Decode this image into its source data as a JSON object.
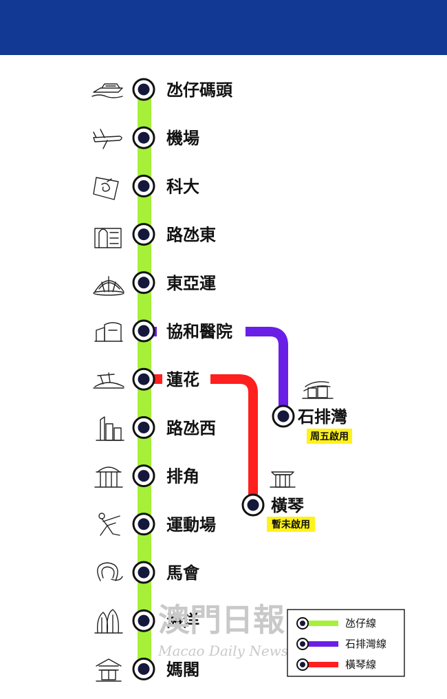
{
  "colors": {
    "header": "#123a94",
    "taipa_line": "#a6f03a",
    "seac_pai_van_line": "#6a1fe6",
    "hengqin_line": "#ff1f1f",
    "tag_bg": "#fff21a"
  },
  "stations": [
    {
      "name": "氹仔碼頭",
      "icon": "ferry-icon"
    },
    {
      "name": "機場",
      "icon": "airplane-icon"
    },
    {
      "name": "科大",
      "icon": "university-icon"
    },
    {
      "name": "路氹東",
      "icon": "building-icon"
    },
    {
      "name": "東亞運",
      "icon": "stadium-icon"
    },
    {
      "name": "協和醫院",
      "icon": "hospital-icon"
    },
    {
      "name": "蓮花",
      "icon": "bridge-icon"
    },
    {
      "name": "路氹西",
      "icon": "tower-icon"
    },
    {
      "name": "排角",
      "icon": "pavilion-icon"
    },
    {
      "name": "運動場",
      "icon": "athlete-icon"
    },
    {
      "name": "馬會",
      "icon": "horseshoe-icon"
    },
    {
      "name": "海洋",
      "icon": "building-cluster-icon"
    },
    {
      "name": "媽閣",
      "icon": "temple-icon"
    }
  ],
  "branches": [
    {
      "station": "石排灣",
      "tag": "周五啟用",
      "icon": "seac-pai-van-icon"
    },
    {
      "station": "橫琴",
      "tag": "暫未啟用",
      "icon": "hengqin-icon"
    }
  ],
  "legend": [
    {
      "label": "氹仔線",
      "color": "#a6f03a"
    },
    {
      "label": "石排灣線",
      "color": "#6a1fe6"
    },
    {
      "label": "橫琴線",
      "color": "#ff1f1f"
    }
  ],
  "watermark": {
    "chinese": "澳門日報",
    "english": "Macao Daily News"
  }
}
